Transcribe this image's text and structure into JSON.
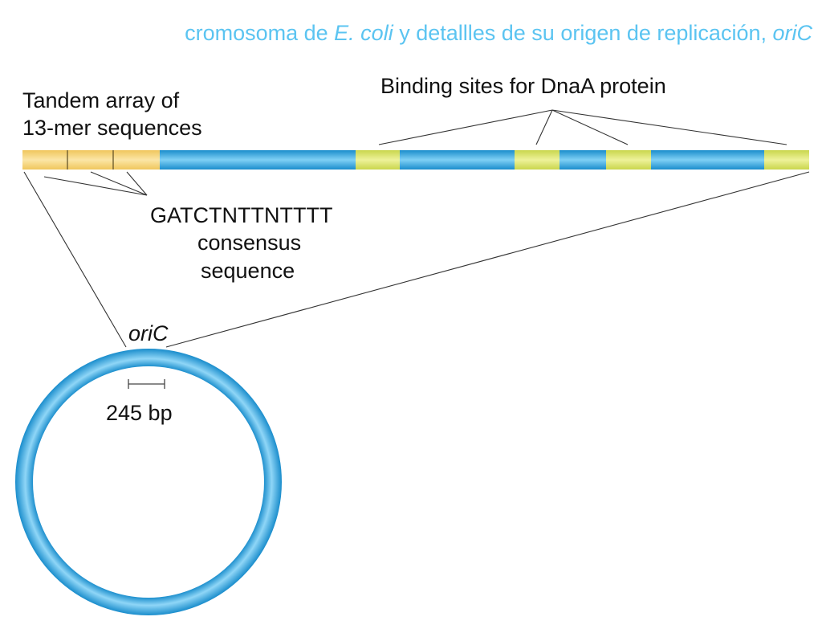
{
  "title": {
    "part1": "cromosoma de ",
    "species": "E. coli",
    "part2": " y detallles de su origen de replicación, ",
    "origin": "oriC"
  },
  "labels": {
    "tandem_line1": "Tandem array of",
    "tandem_line2": "13-mer sequences",
    "binding_sites": "Binding sites for DnaA protein",
    "consensus_seq": "GATCTNTTNTTTT",
    "consensus_line1": "consensus",
    "consensus_line2": "sequence",
    "oric": "oriC",
    "scale": "245 bp"
  },
  "colors": {
    "title": "#5bc4f1",
    "dna_blue": "#2a9fd6",
    "thirteen_mer_yellow": "#f5d67a",
    "dnaa_site_green": "#d8e36a",
    "line": "#333333"
  }
}
